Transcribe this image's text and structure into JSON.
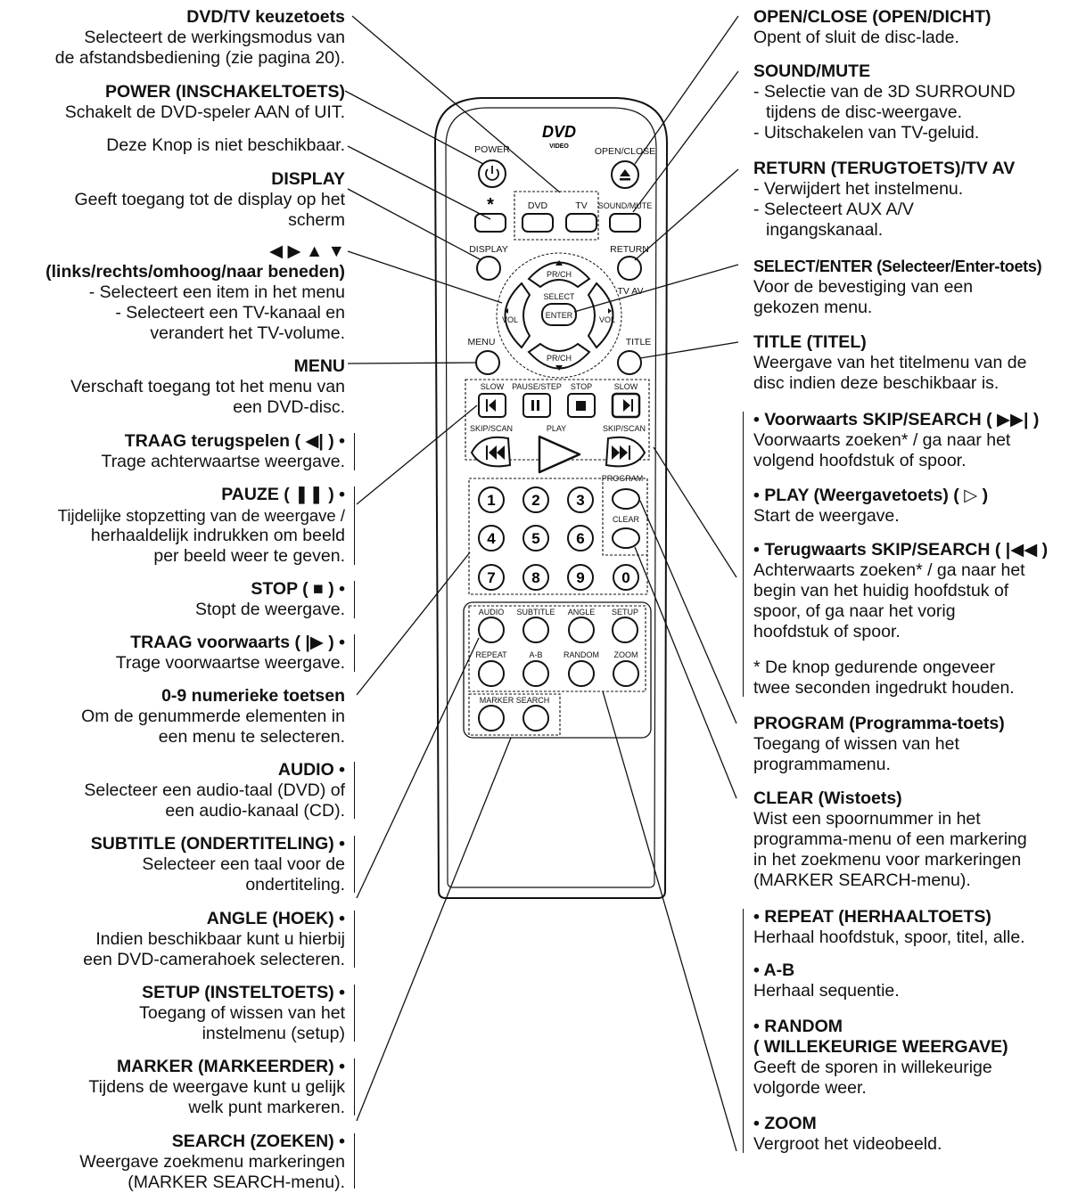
{
  "left": [
    {
      "id": "dvdtv",
      "title": "DVD/TV keuzetoets",
      "lines": [
        "Selecteert de werkingsmodus van",
        "de afstandsbediening (zie pagina 20)."
      ]
    },
    {
      "id": "power",
      "title": "POWER (INSCHAKELTOETS)",
      "lines": [
        "Schakelt de DVD-speler AAN of UIT."
      ]
    },
    {
      "id": "star",
      "title": "",
      "lines": [
        "Deze Knop is niet beschikbaar."
      ]
    },
    {
      "id": "display",
      "title": "DISPLAY",
      "lines": [
        "Geeft toegang tot de display op het",
        "scherm"
      ]
    },
    {
      "id": "arrows",
      "title": "◀ ▶ ▲ ▼",
      "lines": [
        "(links/rechts/omhoog/naar beneden)",
        "- Selecteert een item in het menu",
        "- Selecteert een TV-kanaal en",
        "verandert het TV-volume."
      ]
    },
    {
      "id": "menu",
      "title": "MENU",
      "lines": [
        "Verschaft toegang tot het menu van",
        "een DVD-disc."
      ]
    },
    {
      "id": "slowrev",
      "title": "TRAAG terugspelen ( ◀| ) •",
      "lines": [
        "Trage achterwaartse weergave."
      ]
    },
    {
      "id": "pause",
      "title": "PAUZE ( ❚❚ ) •",
      "lines": [
        "Tijdelijke stopzetting van de weergave /",
        "herhaaldelijk indrukken om beeld",
        "per beeld weer te geven."
      ]
    },
    {
      "id": "stop",
      "title": "STOP ( ■ ) •",
      "lines": [
        "Stopt de weergave."
      ]
    },
    {
      "id": "slowfwd",
      "title": "TRAAG voorwaarts ( |▶ ) •",
      "lines": [
        "Trage voorwaartse weergave."
      ]
    },
    {
      "id": "numeric",
      "title": "0-9 numerieke toetsen",
      "lines": [
        "Om de genummerde elementen in",
        "een menu te selecteren."
      ]
    },
    {
      "id": "audio",
      "title": "AUDIO •",
      "lines": [
        "Selecteer een audio-taal (DVD) of",
        "een audio-kanaal (CD)."
      ]
    },
    {
      "id": "subtitle",
      "title": "SUBTITLE (ONDERTITELING) •",
      "lines": [
        "Selecteer een taal voor de",
        "ondertiteling."
      ]
    },
    {
      "id": "angle",
      "title": "ANGLE (HOEK) •",
      "lines": [
        "Indien beschikbaar kunt u hierbij",
        "een DVD-camerahoek selecteren."
      ]
    },
    {
      "id": "setup",
      "title": "SETUP (INSTELTOETS) •",
      "lines": [
        "Toegang of wissen van het",
        "instelmenu (setup)"
      ]
    },
    {
      "id": "marker",
      "title": "MARKER (MARKEERDER) •",
      "lines": [
        "Tijdens de weergave kunt u gelijk",
        "welk punt markeren."
      ]
    },
    {
      "id": "search",
      "title": "SEARCH (ZOEKEN) •",
      "lines": [
        "Weergave zoekmenu markeringen",
        "(MARKER SEARCH-menu)."
      ]
    }
  ],
  "right": [
    {
      "id": "openclose",
      "title": "OPEN/CLOSE (OPEN/DICHT)",
      "lines": [
        "Opent of sluit de disc-lade."
      ]
    },
    {
      "id": "soundmute",
      "title": "SOUND/MUTE",
      "lines": [
        "- Selectie van de 3D SURROUND",
        "  tijdens de disc-weergave.",
        "- Uitschakelen van TV-geluid."
      ]
    },
    {
      "id": "return",
      "title": "RETURN (TERUGTOETS)/TV AV",
      "lines": [
        "- Verwijdert het instelmenu.",
        "- Selecteert AUX A/V",
        "  ingangskanaal."
      ]
    },
    {
      "id": "select",
      "title": "SELECT/ENTER (Selecteer/Enter-toets)",
      "lines": [
        "Voor de bevestiging van een",
        "gekozen menu."
      ]
    },
    {
      "id": "titlebtn",
      "title": "TITLE (TITEL)",
      "lines": [
        "Weergave van het titelmenu van de",
        "disc indien deze beschikbaar is."
      ]
    },
    {
      "id": "skipfwd",
      "title": "• Voorwaarts SKIP/SEARCH ( ▶▶| )",
      "lines": [
        "Voorwaarts zoeken* / ga naar het",
        "volgend hoofdstuk of spoor."
      ]
    },
    {
      "id": "play",
      "title": "• PLAY (Weergavetoets) ( ▷ )",
      "lines": [
        "Start de weergave."
      ]
    },
    {
      "id": "skiprev",
      "title": "• Terugwaarts SKIP/SEARCH ( |◀◀ )",
      "lines": [
        "Achterwaarts zoeken* / ga naar het",
        "begin van het huidig hoofdstuk of",
        "spoor, of ga naar het vorig",
        "hoofdstuk of spoor."
      ]
    },
    {
      "id": "note",
      "title": "",
      "lines": [
        "* De knop gedurende ongeveer",
        "twee seconden ingedrukt houden."
      ]
    },
    {
      "id": "program",
      "title": "PROGRAM (Programma-toets)",
      "lines": [
        "Toegang of wissen van het",
        "programmamenu."
      ]
    },
    {
      "id": "clear",
      "title": "CLEAR (Wistoets)",
      "lines": [
        "Wist een spoornummer in het",
        "programma-menu of een markering",
        "in het zoekmenu voor markeringen",
        "(MARKER SEARCH-menu)."
      ]
    },
    {
      "id": "repeat",
      "title": "• REPEAT (HERHAALTOETS)",
      "lines": [
        "Herhaal hoofdstuk, spoor, titel, alle."
      ]
    },
    {
      "id": "ab",
      "title": "• A-B",
      "lines": [
        "Herhaal sequentie."
      ]
    },
    {
      "id": "random",
      "title": "• RANDOM",
      "lines": [
        "( WILLEKEURIGE WEERGAVE)",
        "Geeft de sporen in willekeurige",
        "volgorde weer."
      ]
    },
    {
      "id": "zoom",
      "title": "• ZOOM",
      "lines": [
        "Vergroot het videobeeld."
      ]
    }
  ],
  "remote": {
    "logo": "DVD",
    "logo_sub": "VIDEO",
    "labels": {
      "power": "POWER",
      "open_close": "OPEN/CLOSE",
      "star": "*",
      "dvd": "DVD",
      "tv": "TV",
      "sound_mute": "SOUND/MUTE",
      "display": "DISPLAY",
      "return": "RETURN",
      "tv_av": "TV AV",
      "pr_ch": "PR/CH",
      "select": "SELECT",
      "enter": "ENTER",
      "vol": "VOL",
      "menu": "MENU",
      "title": "TITLE",
      "slow": "SLOW",
      "pause_step": "PAUSE/STEP",
      "stop": "STOP",
      "skip_scan": "SKIP/SCAN",
      "play": "PLAY",
      "program": "PROGRAM",
      "clear": "CLEAR",
      "audio": "AUDIO",
      "subtitle": "SUBTITLE",
      "angle": "ANGLE",
      "setup": "SETUP",
      "repeat": "REPEAT",
      "a_b": "A-B",
      "random": "RANDOM",
      "zoom": "ZOOM",
      "marker_search": "MARKER SEARCH"
    },
    "digits": [
      "1",
      "2",
      "3",
      "4",
      "5",
      "6",
      "7",
      "8",
      "9",
      "0"
    ]
  }
}
